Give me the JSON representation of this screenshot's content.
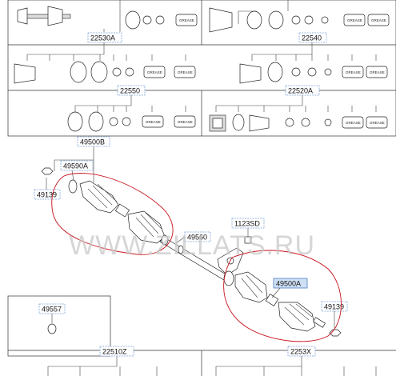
{
  "title": "",
  "labels": {
    "l22530a": "22530A",
    "l22540": "22540",
    "l22550": "22550",
    "l22520a": "22520A",
    "l49500b": "49500B",
    "l49590a": "49590A",
    "l49139_top": "49139",
    "l49560": "49560",
    "l1123sd": "1123SD",
    "l49500a": "49500A",
    "l49139_bot": "49139",
    "l49557": "49557",
    "l22510z": "22510Z",
    "l2253x": "2253X"
  },
  "grease_text": "GREASE",
  "watermark": "WWW.ZILLATS.RU",
  "colors": {
    "label_border": "#7aa3d8",
    "highlight_fill": "#cfe0f5",
    "red_outline": "#c8141e",
    "line": "#333333"
  }
}
